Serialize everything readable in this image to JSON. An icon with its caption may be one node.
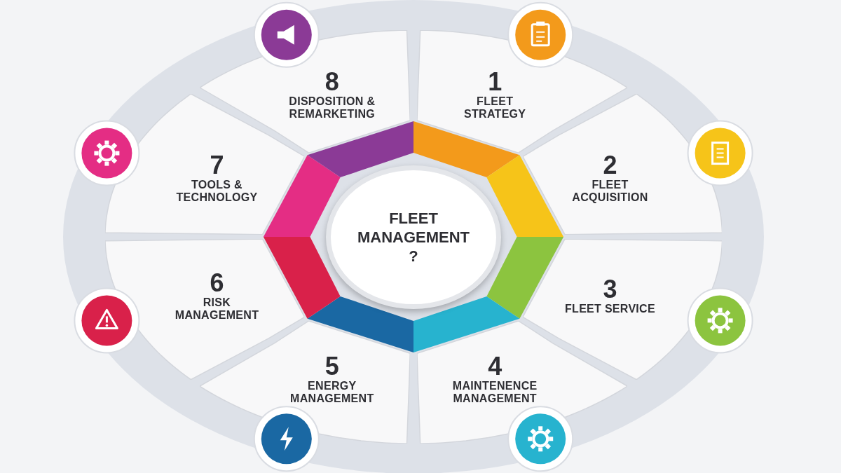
{
  "diagram": {
    "nodes": [
      {
        "text": [
          "FLEET MANAGEMENT ?"
        ]
      },
      {
        "text": [
          "1",
          "FLEET STRATEGY"
        ]
      },
      {
        "text": [
          "2",
          "FLEET ACQUISITION"
        ]
      },
      {
        "text": [
          "3",
          "FLEET SERVICE"
        ]
      },
      {
        "text": [
          "4",
          "MAINTENENCE MANAGEMENT"
        ]
      },
      {
        "text": [
          "5",
          "ENERGY MANAGEMENT"
        ]
      },
      {
        "text": [
          "6",
          "RISK MANAGEMENT"
        ]
      },
      {
        "text": [
          "7",
          "TOOLS & TECHNOLOGY"
        ]
      },
      {
        "text": [
          "8",
          "DISPOSITION & REMARKETING"
        ]
      }
    ]
  }
}
